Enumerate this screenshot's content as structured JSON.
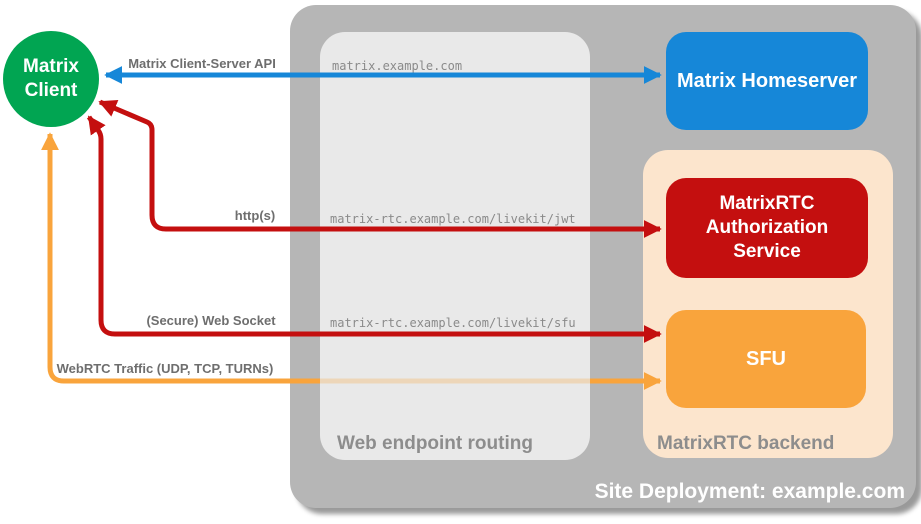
{
  "colors": {
    "background": "#ffffff",
    "green": "#01a552",
    "blue": "#1687d8",
    "red": "#c40f0f",
    "orange": "#f9a43c",
    "orange_faded": "rgba(249,164,60,0.28)",
    "peach": "#fce5cd",
    "outer_gray": "#b6b6b6",
    "inner_gray": "#e9e9e9",
    "edge_label_gray": "#6e6e6e",
    "mono_gray": "#8a8a8a",
    "container_label_gray": "#8d8d8d"
  },
  "nodes": {
    "client": {
      "label": "Matrix Client"
    },
    "homeserver": {
      "label": "Matrix Homeserver"
    },
    "auth": {
      "label": "MatrixRTC Authorization Service"
    },
    "sfu": {
      "label": "SFU"
    }
  },
  "containers": {
    "site_deployment": {
      "label": "Site Deployment: example.com"
    },
    "web_endpoint_routing": {
      "label": "Web endpoint routing"
    },
    "matrixrtc_backend": {
      "label": "MatrixRTC backend"
    }
  },
  "edges": {
    "client_server_api": {
      "label": "Matrix Client-Server API",
      "route": "matrix.example.com"
    },
    "http": {
      "label": "http(s)",
      "route": "matrix-rtc.example.com/livekit/jwt"
    },
    "websocket": {
      "label": "(Secure) Web Socket",
      "route": "matrix-rtc.example.com/livekit/sfu"
    },
    "webrtc": {
      "label": "WebRTC Traffic (UDP, TCP, TURNs)"
    }
  }
}
